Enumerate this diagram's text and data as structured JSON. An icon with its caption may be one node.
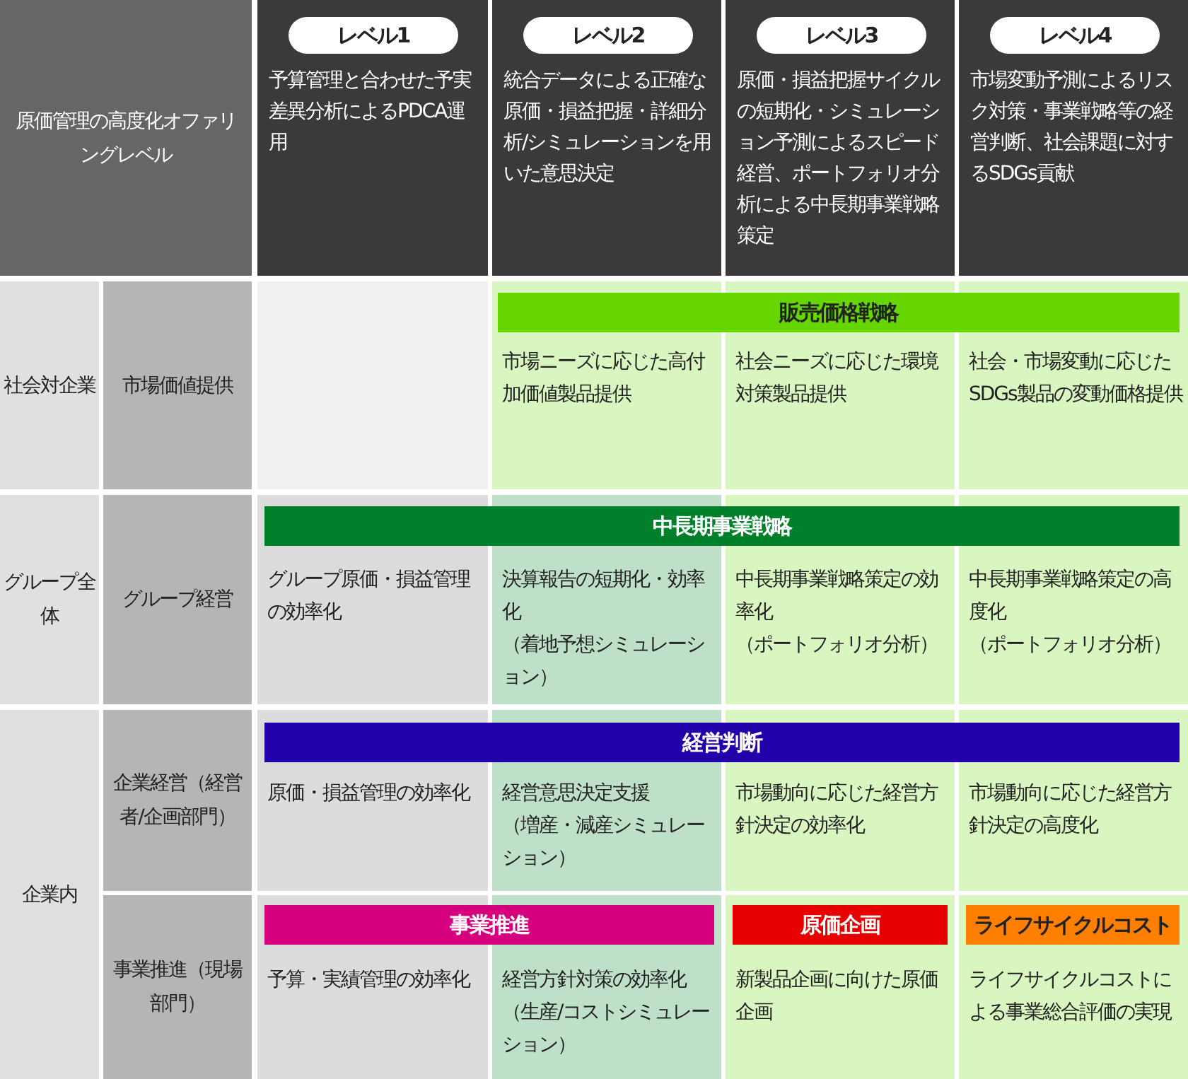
{
  "diagram": {
    "labels": [
      "原価管理の高度化オファリングレベル",
      "レベル1",
      "予算管理と合わせた予実差異分析によるPDCA運用",
      "レベル2",
      "統合データによる正確な原価・損益把握・詳細分析/シミュレーションを用いた意思決定",
      "レベル3",
      "原価・損益把握サイクルの短期化・シミュレーション予測によるスピード経営、ポートフォリオ分析による中長期事業戦略策定",
      "レベル4",
      "市場変動予測によるリスク対策・事業戦略等の経営判断、社会課題に対するSDGs貢献",
      "社会対企業",
      "市場価値提供",
      "販売価格戦略",
      "市場ニーズに応じた高付加価値製品提供",
      "社会ニーズに応じた環境対策製品提供",
      "社会・市場変動に応じたSDGs製品の変動価格提供",
      "グループ全体",
      "グループ経営",
      "中長期事業戦略",
      "グループ原価・損益管理の効率化",
      "決算報告の短期化・効率化",
      "（着地予想シミュレーション）",
      "中長期事業戦略策定の効率化",
      "（ポートフォリオ分析）",
      "中長期事業戦略策定の高度化",
      "（ポートフォリオ分析）",
      "企業内",
      "企業経営（経営者/企画部門）",
      "経営判断",
      "原価・損益管理の効率化",
      "経営意思決定支援",
      "（増産・減産シミュレーション）",
      "市場動向に応じた経営方針決定の効率化",
      "市場動向に応じた経営方針決定の高度化",
      "事業推進（現場部門）",
      "事業推進",
      "原価企画",
      "ライフサイクルコスト",
      "予算・実績管理の効率化",
      "経営方針対策の効率化",
      "（生産/コストシミュレーション）",
      "新製品企画に向けた原価企画",
      "ライフサイクルコストによる事業総合評価の実現"
    ]
  }
}
